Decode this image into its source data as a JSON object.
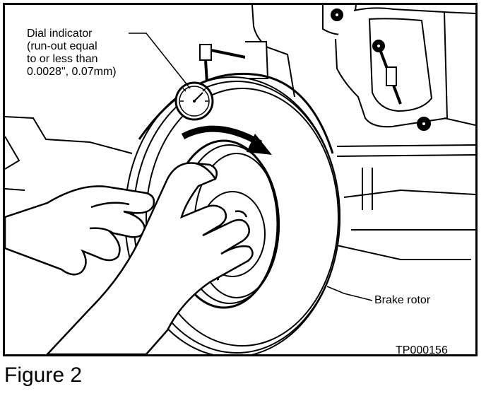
{
  "figure": {
    "caption": "Figure 2",
    "drawing_id": "TP000156"
  },
  "callouts": {
    "dial_indicator": [
      "Dial indicator",
      "(run-out equal",
      "to or less than",
      "0.0028\", 0.07mm)"
    ],
    "brake_rotor": "Brake rotor"
  },
  "colors": {
    "ink": "#000000",
    "paper": "#ffffff"
  }
}
